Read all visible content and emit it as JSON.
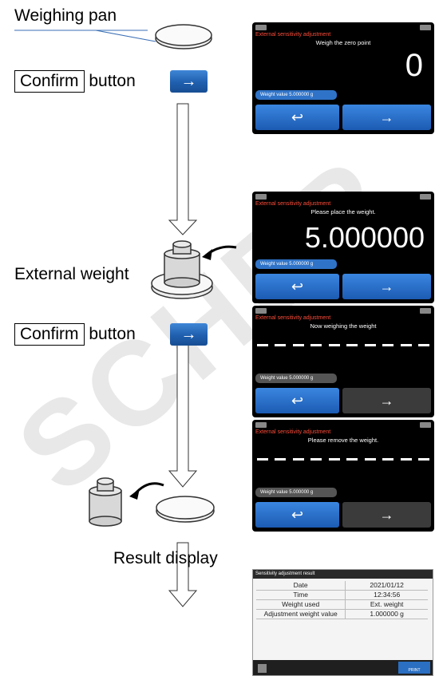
{
  "watermark": "SCHER",
  "labels": {
    "weighing_pan": "Weighing pan",
    "confirm": "Confirm",
    "button": "button",
    "external_weight": "External weight",
    "result_display": "Result display"
  },
  "icons": {
    "arrow_right": "→",
    "return": "↩"
  },
  "screens": [
    {
      "title": "External sensitivity adjustment",
      "message": "Weigh the zero point",
      "value": "0",
      "weight_value": "Weight value  5.000000 g",
      "right_active": true
    },
    {
      "title": "External sensitivity adjustment",
      "message": "Please place the weight.",
      "value": "5.000000",
      "weight_value": "Weight value  5.000000 g",
      "right_active": true
    },
    {
      "title": "External sensitivity adjustment",
      "message": "Now weighing the weight",
      "value": "",
      "weight_value": "Weight value  5.000000 g",
      "right_active": false
    },
    {
      "title": "External sensitivity adjustment",
      "message": "Please remove the weight.",
      "value": "",
      "weight_value": "Weight value  5.000000 g",
      "right_active": false
    }
  ],
  "result": {
    "title": "Sensitivity adjustment result",
    "rows": [
      {
        "k": "Date",
        "v": "2021/01/12"
      },
      {
        "k": "Time",
        "v": "12:34:56"
      },
      {
        "k": "Weight used",
        "v": "Ext. weight"
      },
      {
        "k": "Adjustment weight value",
        "v": "1.000000   g"
      }
    ],
    "print": "PRINT"
  }
}
